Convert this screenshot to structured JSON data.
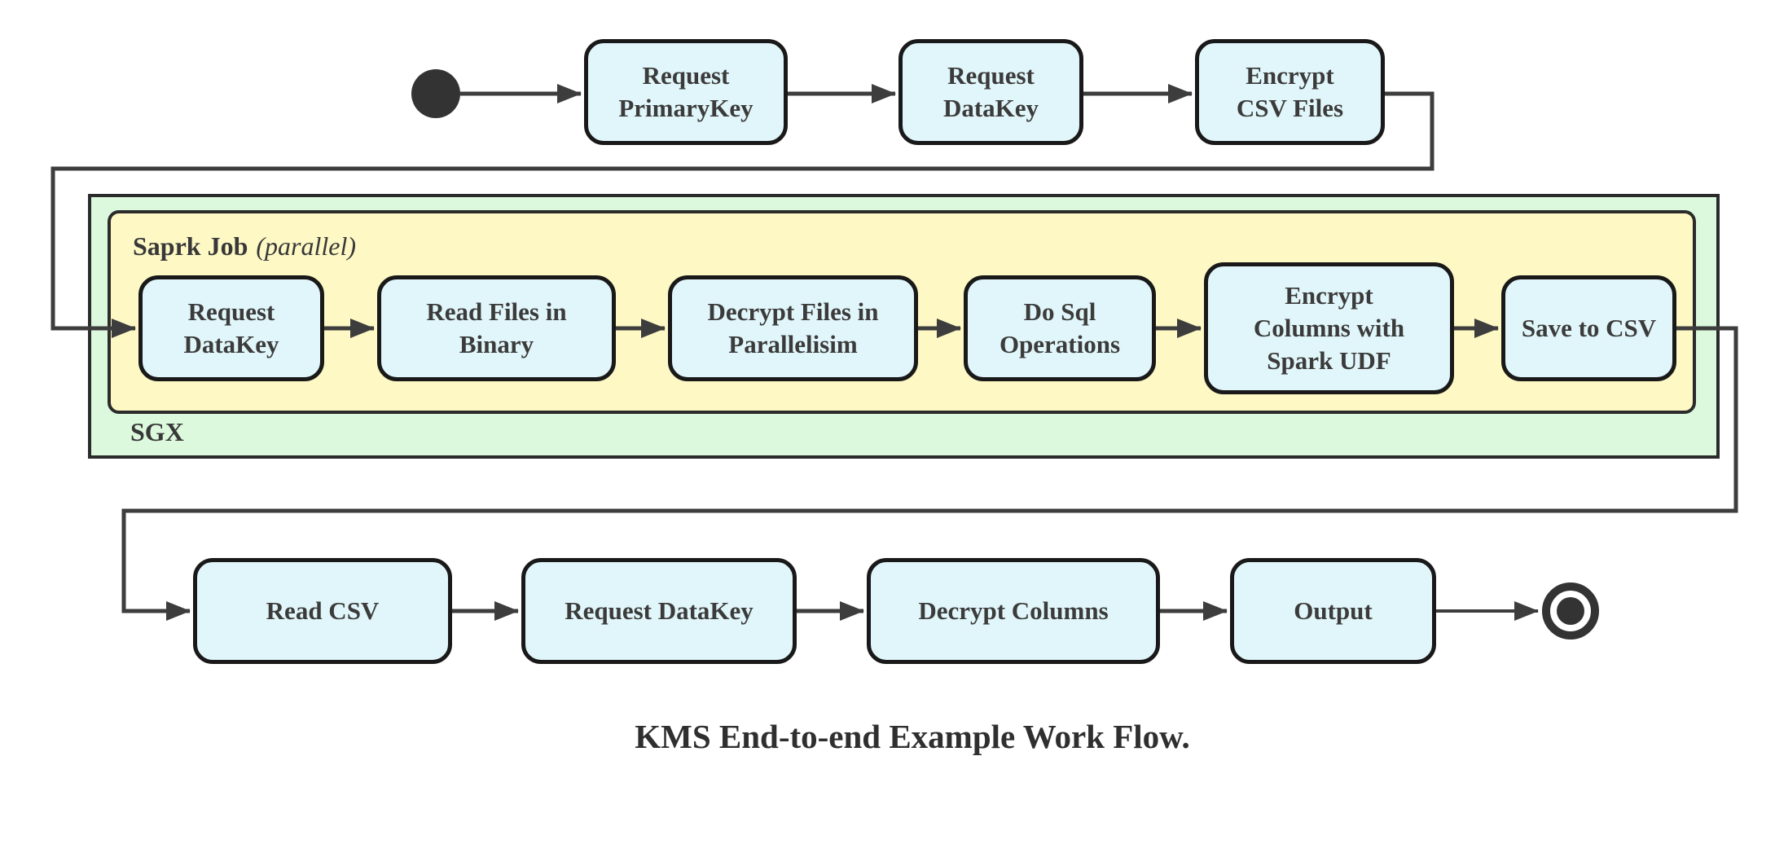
{
  "diagram": {
    "caption": "KMS End-to-end Example Work Flow.",
    "start_marker": "start-state",
    "end_marker": "end-state",
    "top_row": [
      "Request\nPrimaryKey",
      "Request\nDataKey",
      "Encrypt\nCSV Files"
    ],
    "sgx_container": {
      "label": "SGX",
      "spark_container": {
        "title": "Saprk Job",
        "mode": "(parallel)",
        "nodes": [
          "Request\nDataKey",
          "Read Files in\nBinary",
          "Decrypt Files in\nParallelisim",
          "Do Sql\nOperations",
          "Encrypt\nColumns with\nSpark UDF",
          "Save to CSV"
        ]
      }
    },
    "bottom_row": [
      "Read CSV",
      "Request DataKey",
      "Decrypt Columns",
      "Output"
    ],
    "colors": {
      "node_fill": "#e1f6fa",
      "node_border": "#191919",
      "sgx_fill": "#dcf9dd",
      "spark_fill": "#fdf8c4",
      "edge": "#3d3d3d",
      "text": "#3b3b3b",
      "start_end": "#333333"
    }
  }
}
